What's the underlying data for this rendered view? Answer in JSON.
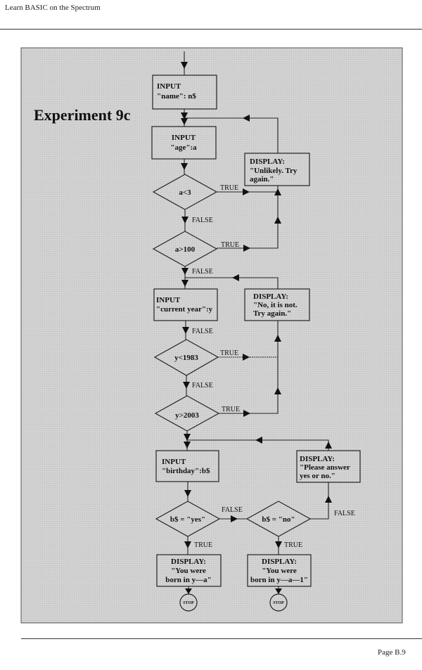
{
  "header": {
    "title": "Learn BASIC on the Spectrum"
  },
  "footer": {
    "page": "Page  B.9"
  },
  "diagram": {
    "title": "Experiment 9c",
    "input_name": [
      "INPUT",
      "\"name\": n$"
    ],
    "input_age": [
      "INPUT",
      "\"age\":a"
    ],
    "display_unlikely": [
      "DISPLAY:",
      "\"Unlikely. Try",
      "again.\""
    ],
    "cond_a_lt_3": "a<3",
    "cond_a_gt_100": "a>100",
    "input_year": [
      "INPUT",
      "\"current year\":y"
    ],
    "display_no": [
      "DISPLAY:",
      "\"No, it is not.",
      "Try again.\""
    ],
    "cond_y_lt_1983": "y<1983",
    "cond_y_gt_2003": "y>2003",
    "input_birthday": [
      "INPUT",
      "\"birthday\":b$"
    ],
    "display_please": [
      "DISPLAY:",
      "\"Please answer",
      "yes or no.\""
    ],
    "cond_yes": "b$ = \"yes\"",
    "cond_no": "b$ = \"no\"",
    "display_born1": [
      "DISPLAY:",
      "\"You were",
      "born in y—a\""
    ],
    "display_born2": [
      "DISPLAY:",
      "\"You were",
      "born in y—a—1\""
    ],
    "true": "TRUE",
    "false": "FALSE",
    "stop": "STOP"
  },
  "colors": {
    "panel": "#cfcfcf",
    "ink": "#111111"
  }
}
